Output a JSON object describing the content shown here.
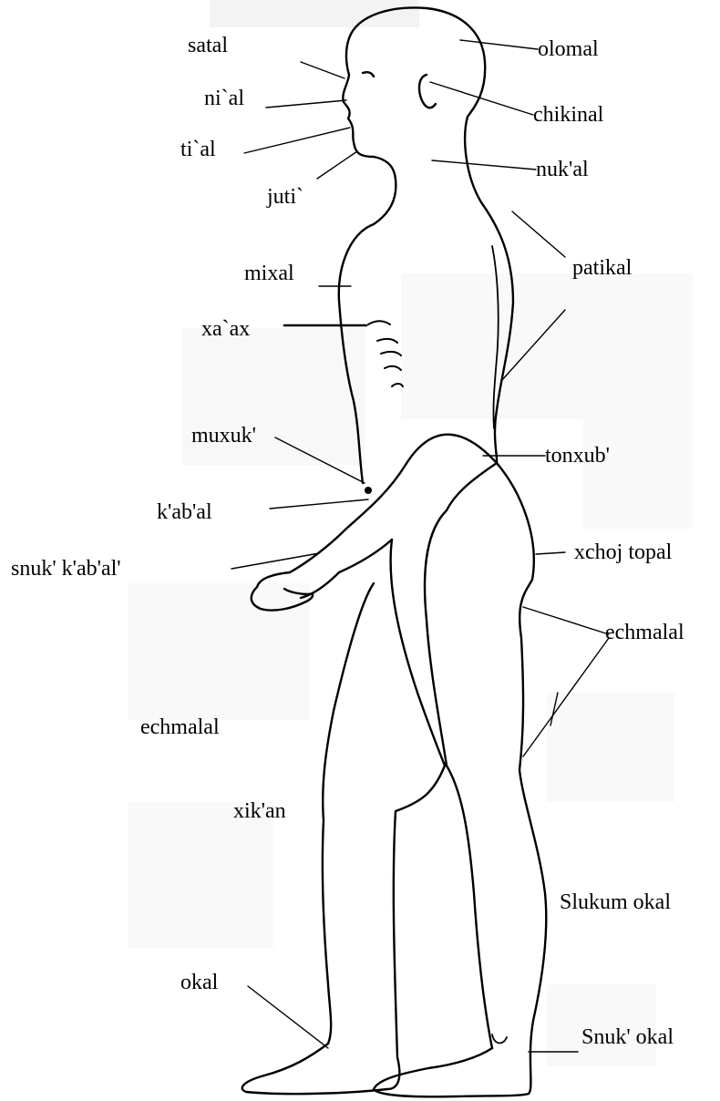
{
  "colors": {
    "background": "#ffffff",
    "ink": "#000000",
    "smudge": "#f1f1f1"
  },
  "labels": {
    "satal": "satal",
    "olomal": "olomal",
    "nial": "ni`al",
    "chikinal": "chikinal",
    "tial": "ti`al",
    "nukal": "nuk'al",
    "juti": "juti`",
    "mixal": "mixal",
    "patikal": "patikal",
    "xaax": "xa`ax",
    "muxuk": "muxuk'",
    "tonxub": "tonxub'",
    "kabal": "k'ab'al",
    "xchoj_topal": "xchoj topal",
    "snuk_kabal": "snuk' k'ab'al'",
    "echmalal_right": "echmalal",
    "echmalal_left": "echmalal",
    "xikan": "xik'an",
    "slukum_okal": "Slukum okal",
    "okal": "okal",
    "snuk_okal": "Snuk' okal"
  }
}
